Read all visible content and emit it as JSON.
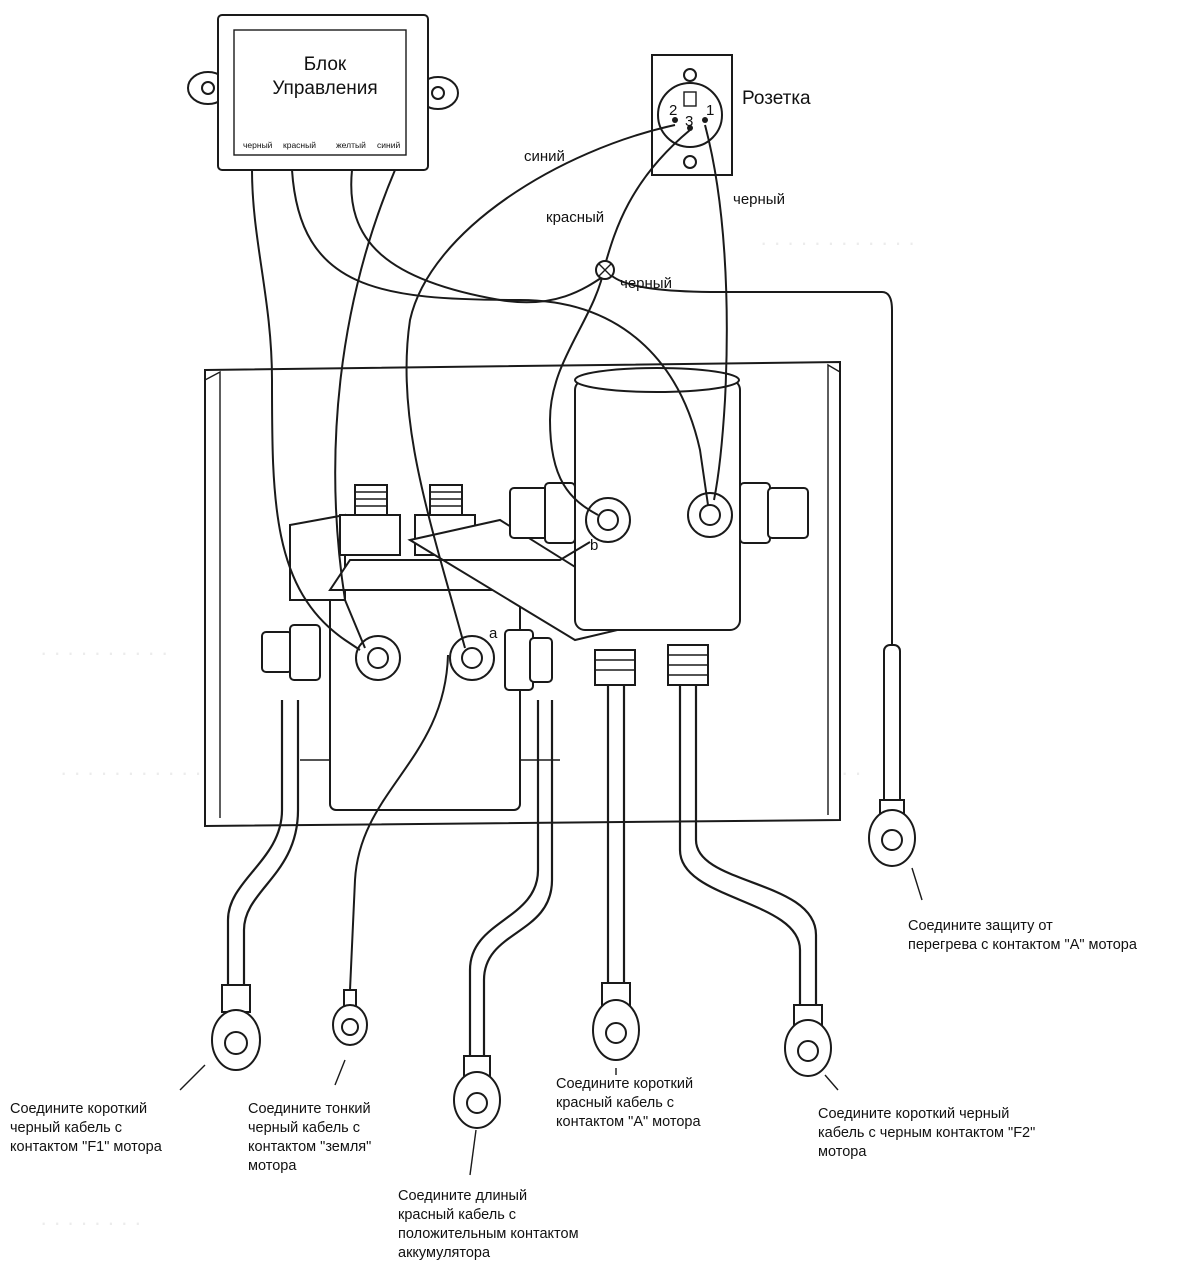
{
  "control_box": {
    "title_line1": "Блок",
    "title_line2": "Управления",
    "terminals": [
      "черный",
      "красный",
      "желтый",
      "синий"
    ]
  },
  "socket": {
    "title": "Розетка",
    "pins": [
      "2",
      "3",
      "1"
    ]
  },
  "wire_labels": {
    "blue": "синий",
    "red": "красный",
    "black_socket": "черный",
    "black_junction": "черный"
  },
  "terminal_labels": {
    "a": "a",
    "b": "b"
  },
  "captions": {
    "f1": [
      "Соедините короткий",
      "черный кабель с",
      "контактом \"F1\" мотора"
    ],
    "ground": [
      "Соедините тонкий",
      "черный кабель с",
      "контактом \"земля\"",
      "мотора"
    ],
    "battery": [
      "Соедините длиный",
      "красный кабель с",
      "положительным контактом",
      "аккумулятора"
    ],
    "motor_a": [
      "Соедините короткий",
      "красный кабель с",
      "контактом \"A\" мотора"
    ],
    "f2": [
      "Соедините короткий черный",
      "кабель с черным контактом \"F2\"",
      "мотора"
    ],
    "overheat": [
      "Соедините защиту от",
      "перегрева с контактом \"A\" мотора"
    ]
  }
}
